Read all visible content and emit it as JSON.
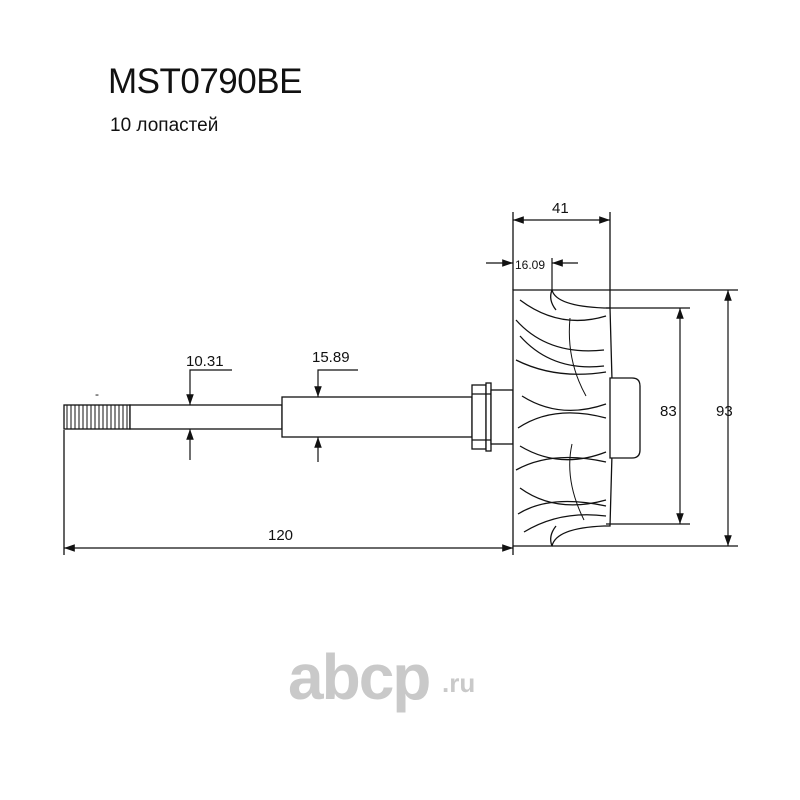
{
  "header": {
    "part_number": "MST0790BE",
    "blades": "10 лопастей"
  },
  "dimensions": {
    "wheel_length": "41",
    "nose_offset": "16.09",
    "shaft_diameter": "10.31",
    "journal_diameter": "15.89",
    "total_length": "120",
    "inner_diameter": "83",
    "outer_diameter": "93",
    "tick_mark": "-"
  },
  "logo": {
    "name": "abcp",
    "tld": ".ru",
    "color": "#c9c9c9"
  },
  "colors": {
    "line": "#111111"
  }
}
